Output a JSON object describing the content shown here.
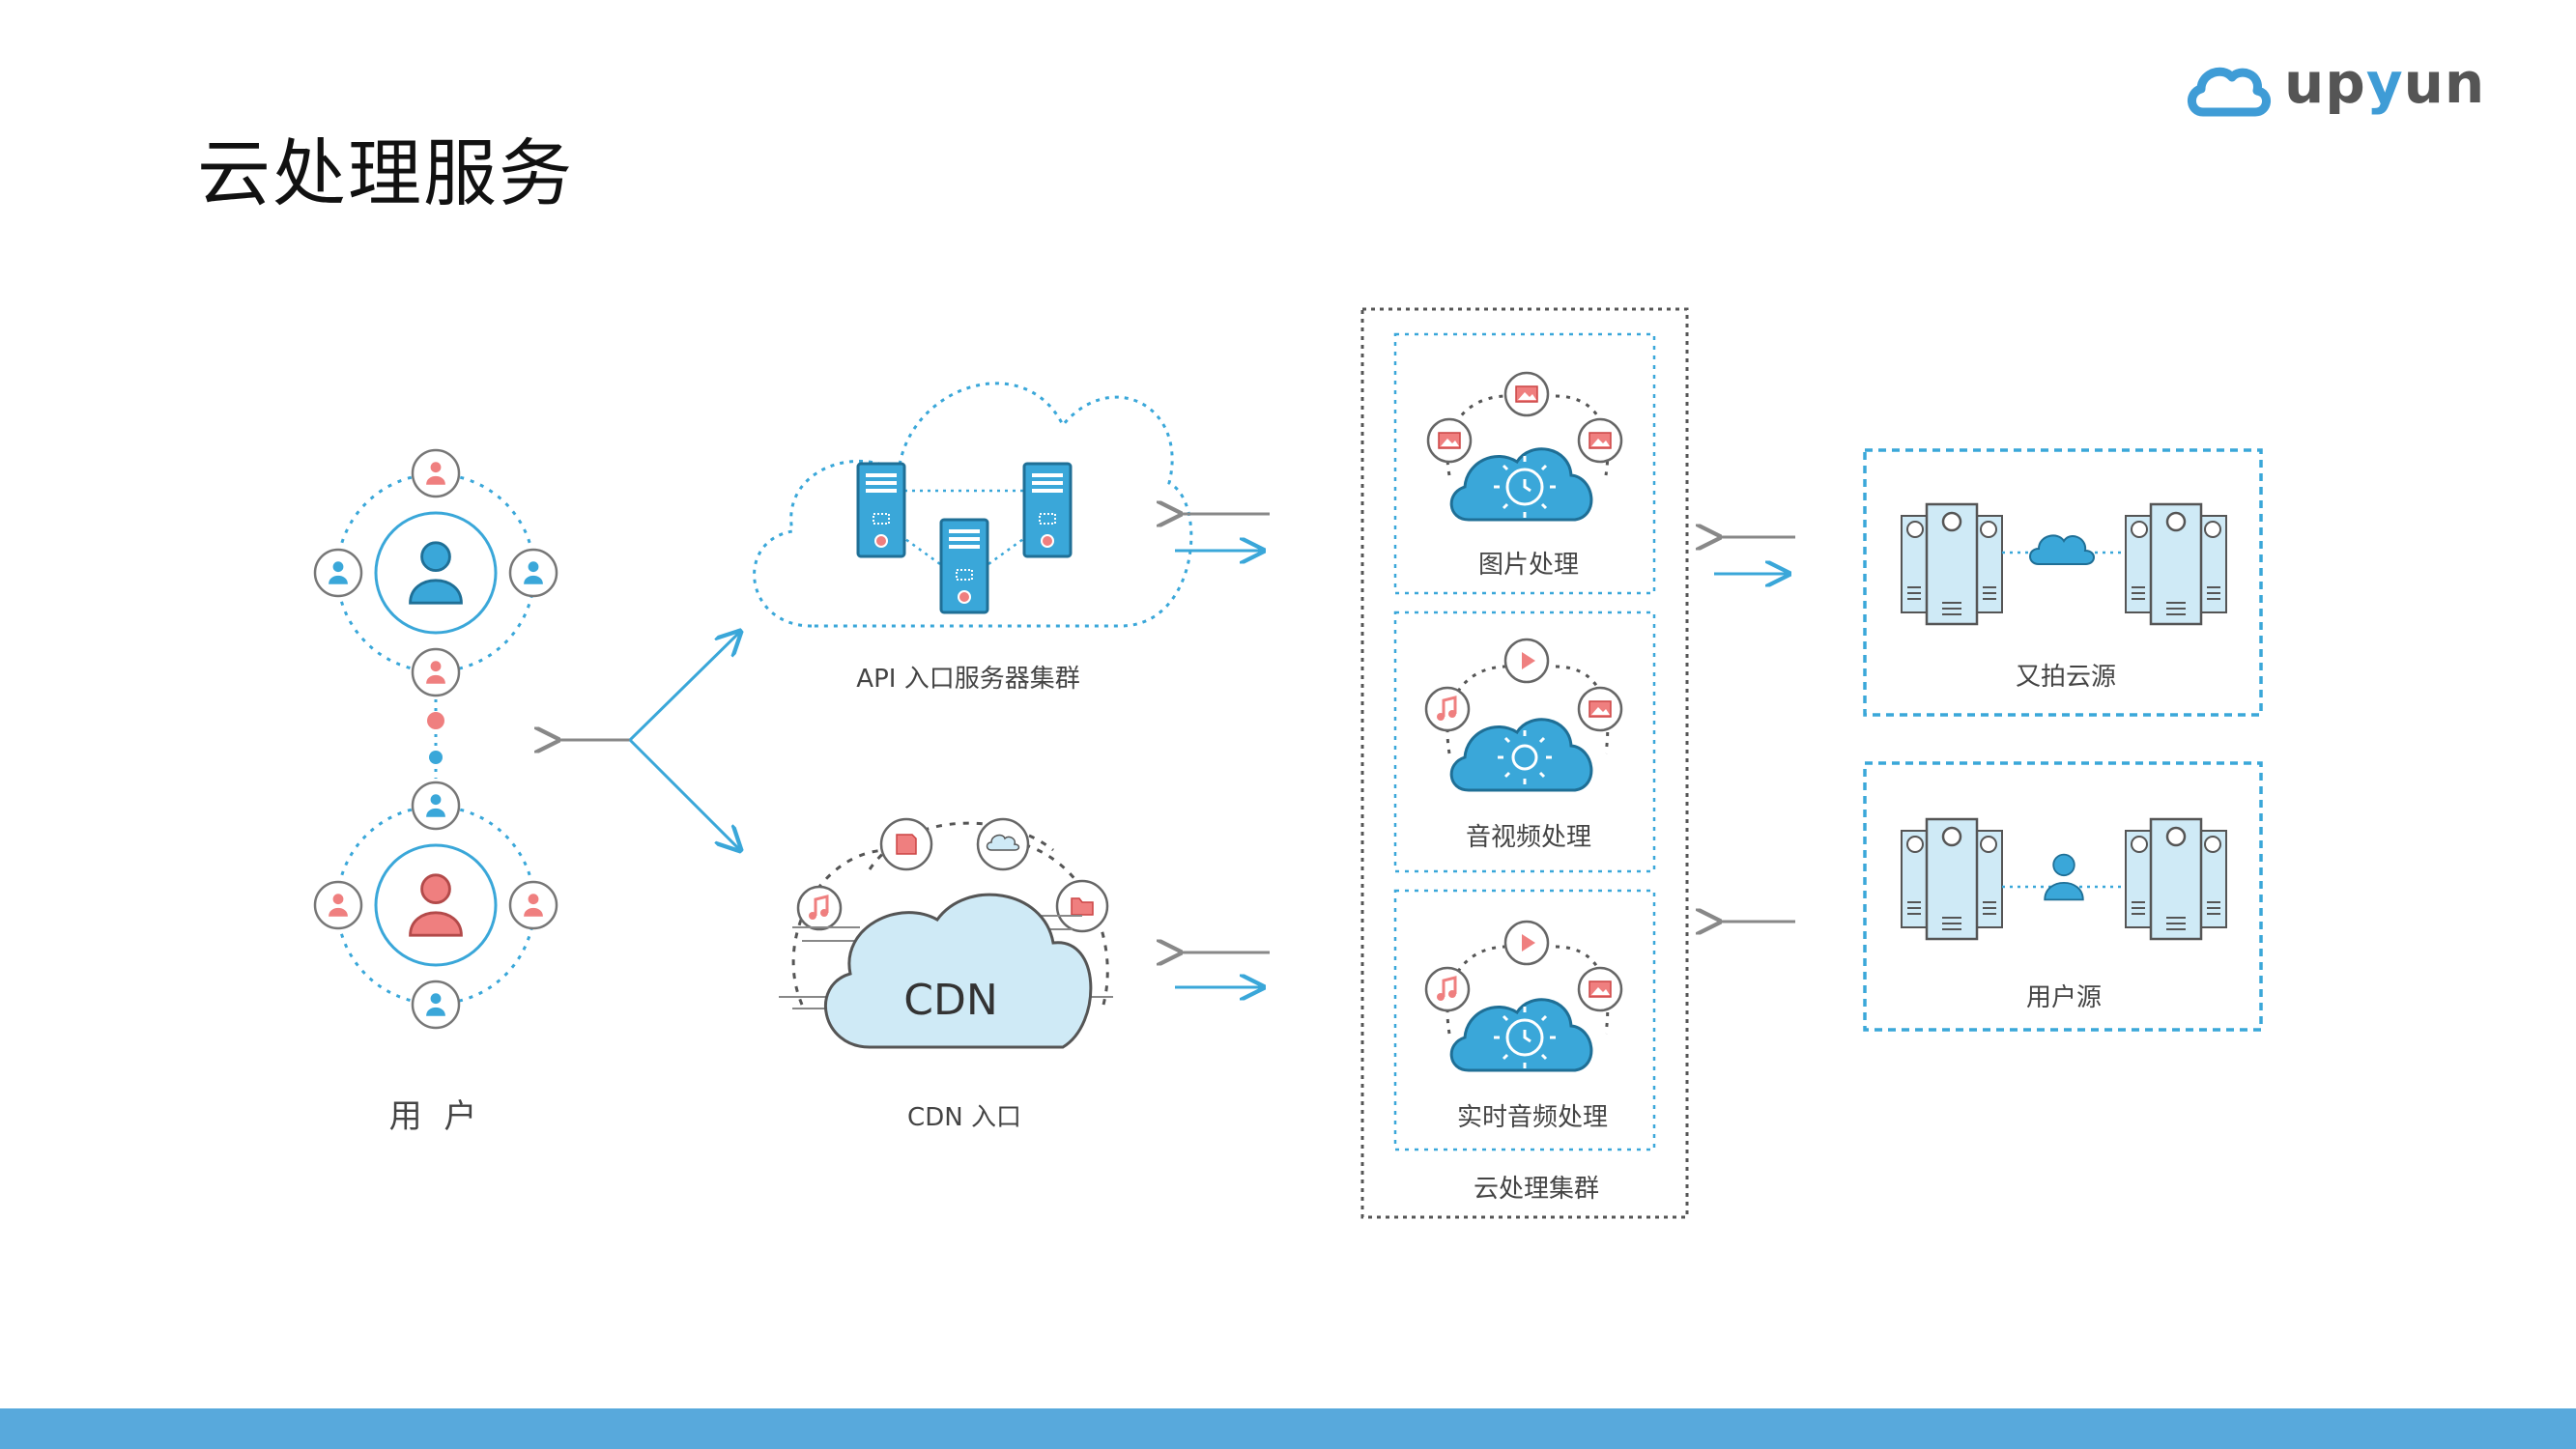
{
  "page": {
    "title": "云处理服务"
  },
  "logo": {
    "text_a": "up",
    "text_b": "y",
    "text_c": "un"
  },
  "labels": {
    "users": "用 户",
    "api_cluster": "API 入口服务器集群",
    "cdn_entry": "CDN 入口",
    "cdn_cloud": "CDN",
    "image_processing": "图片处理",
    "av_processing": "音视频处理",
    "realtime_av_processing": "实时音频处理",
    "cloud_cluster": "云处理集群",
    "upyun_origin": "又拍云源",
    "user_origin": "用户源"
  },
  "colors": {
    "accent": "#3aa7d9",
    "user_red": "#ef7f7f",
    "server_blue": "#3aa7d9",
    "server_light": "#cfeaf6",
    "arrow_gray": "#888888",
    "bottom_bar": "#58a9dc"
  }
}
